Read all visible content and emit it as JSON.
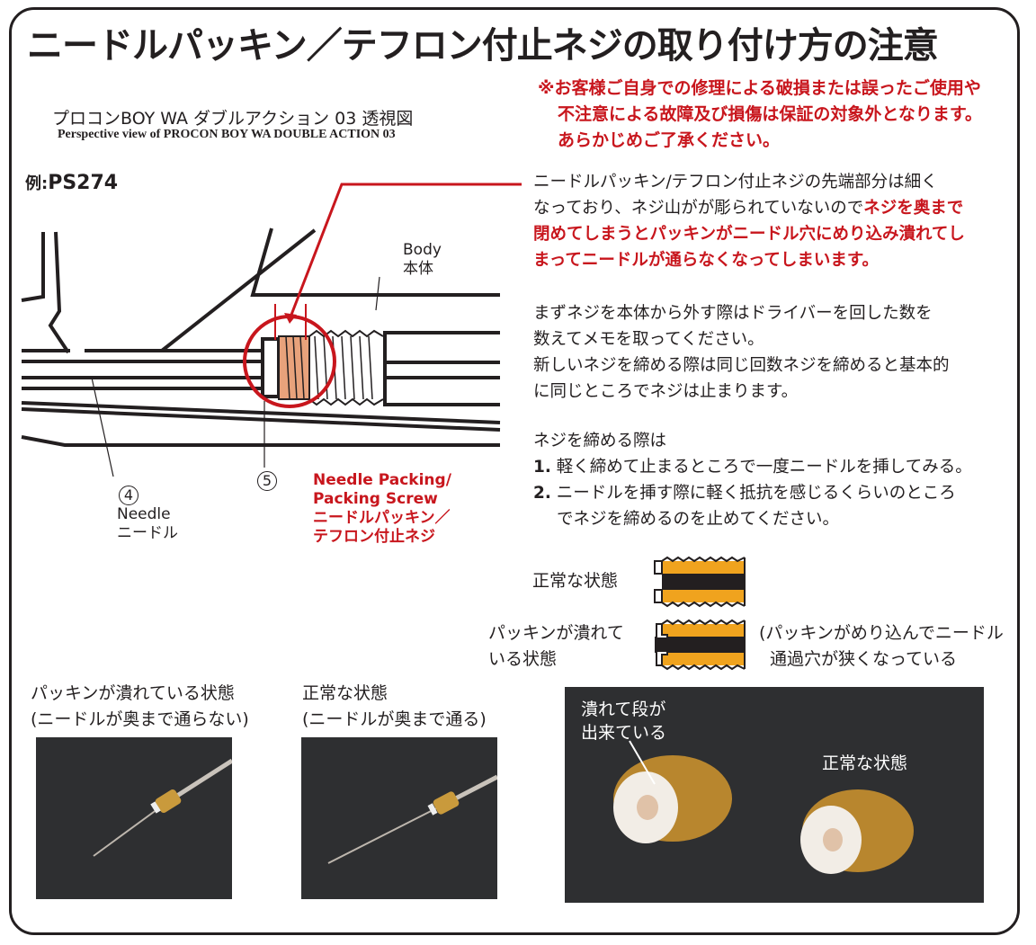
{
  "title": "ニードルパッキン／テフロン付止ネジの取り付け方の注意",
  "diagram": {
    "subtitle_jp": "プロコンBOY WA ダブルアクション 03 透視図",
    "subtitle_en": "Perspective view of PROCON BOY WA DOUBLE ACTION 03",
    "example_label": "例:",
    "example_code": "PS274",
    "body_label_en": "Body",
    "body_label_jp": "本体",
    "needle_number": "4",
    "needle_label_en": "Needle",
    "needle_label_jp": "ニードル",
    "packing_number": "5",
    "packing_label_en_1": "Needle Packing/",
    "packing_label_en_2": "Packing Screw",
    "packing_label_jp_1": "ニードルパッキン／",
    "packing_label_jp_2": "テフロン付止ネジ"
  },
  "warning": {
    "line1": "※お客様ご自身での修理による破損または誤ったご使用や",
    "line2": "不注意による故障及び損傷は保証の対象外となります。",
    "line3": "あらかじめご了承ください。"
  },
  "explanation": {
    "line1": "ニードルパッキン/テフロン付止ネジの先端部分は細く",
    "line2_plain": "なっており、ネジ山がが彫られていないので",
    "line2_red": "ネジを奥まで",
    "line3_red": "閉めてしまうとパッキンがニードル穴にめり込み潰れてし",
    "line4_red": "まってニードルが通らなくなってしまいます。"
  },
  "instructions": {
    "line1": "まずネジを本体から外す際はドライバーを回した数を",
    "line2": "数えてメモを取ってください。",
    "line3": "新しいネジを締める際は同じ回数ネジを締めると基本的",
    "line4": "に同じところでネジは止まります。"
  },
  "tightening": {
    "heading": "ネジを締める際は",
    "steps": [
      {
        "num": "1.",
        "text": "軽く締めて止まるところで一度ニードルを挿してみる。"
      },
      {
        "num": "2.",
        "text": "ニードルを挿す際に軽く抵抗を感じるくらいのところ",
        "text2": "でネジを締めるのを止めてください。"
      }
    ]
  },
  "states": {
    "normal_label": "正常な状態",
    "crushed_label_1": "パッキンが潰れて",
    "crushed_label_2": "いる状態",
    "crushed_note_1": "(パッキンがめり込んでニードル",
    "crushed_note_2": "通過穴が狭くなっている"
  },
  "photos": {
    "crushed_caption_1": "パッキンが潰れている状態",
    "crushed_caption_2": "(ニードルが奥まで通らない)",
    "normal_caption_1": "正常な状態",
    "normal_caption_2": "(ニードルが奥まで通る)",
    "step_label_1": "潰れて段が",
    "step_label_2": "出来ている",
    "normal_photo_label": "正常な状態"
  },
  "colors": {
    "accent_red": "#c8161d",
    "brass": "#f0a31e",
    "packing": "#e8a27b"
  }
}
